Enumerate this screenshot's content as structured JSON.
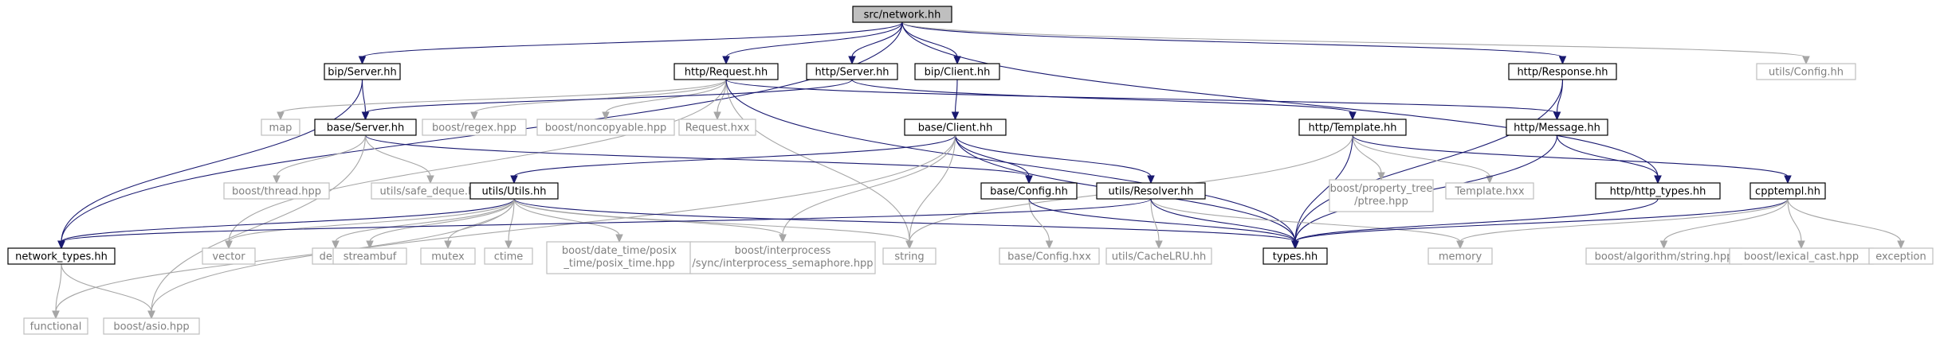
{
  "diagram": {
    "nodes": [
      {
        "id": "network_hh",
        "label": "src/network.hh",
        "kind": "root"
      },
      {
        "id": "bip_server",
        "label": "bip/Server.hh",
        "kind": "int"
      },
      {
        "id": "http_request",
        "label": "http/Request.hh",
        "kind": "int"
      },
      {
        "id": "http_server",
        "label": "http/Server.hh",
        "kind": "int"
      },
      {
        "id": "bip_client",
        "label": "bip/Client.hh",
        "kind": "int"
      },
      {
        "id": "http_response",
        "label": "http/Response.hh",
        "kind": "int"
      },
      {
        "id": "utils_config",
        "label": "utils/Config.hh",
        "kind": "ext"
      },
      {
        "id": "map",
        "label": "map",
        "kind": "ext"
      },
      {
        "id": "base_server",
        "label": "base/Server.hh",
        "kind": "int"
      },
      {
        "id": "boost_regex",
        "label": "boost/regex.hpp",
        "kind": "ext"
      },
      {
        "id": "boost_noncopyable",
        "label": "boost/noncopyable.hpp",
        "kind": "ext"
      },
      {
        "id": "request_hxx",
        "label": "Request.hxx",
        "kind": "ext"
      },
      {
        "id": "base_client",
        "label": "base/Client.hh",
        "kind": "int"
      },
      {
        "id": "http_template",
        "label": "http/Template.hh",
        "kind": "int"
      },
      {
        "id": "http_message",
        "label": "http/Message.hh",
        "kind": "int"
      },
      {
        "id": "boost_thread",
        "label": "boost/thread.hpp",
        "kind": "ext"
      },
      {
        "id": "safe_deque",
        "label": "utils/safe_deque.hh",
        "kind": "ext"
      },
      {
        "id": "utils_utils",
        "label": "utils/Utils.hh",
        "kind": "int"
      },
      {
        "id": "base_config",
        "label": "base/Config.hh",
        "kind": "int"
      },
      {
        "id": "utils_resolver",
        "label": "utils/Resolver.hh",
        "kind": "int"
      },
      {
        "id": "ptree",
        "label": [
          "boost/property_tree",
          "/ptree.hpp"
        ],
        "kind": "ext"
      },
      {
        "id": "template_hxx",
        "label": "Template.hxx",
        "kind": "ext"
      },
      {
        "id": "http_types",
        "label": "http/http_types.hh",
        "kind": "int"
      },
      {
        "id": "cpptempl",
        "label": "cpptempl.hh",
        "kind": "int"
      },
      {
        "id": "network_types",
        "label": "network_types.hh",
        "kind": "int"
      },
      {
        "id": "vector",
        "label": "vector",
        "kind": "ext"
      },
      {
        "id": "deque",
        "label": "deque",
        "kind": "ext"
      },
      {
        "id": "streambuf",
        "label": "streambuf",
        "kind": "ext"
      },
      {
        "id": "mutex",
        "label": "mutex",
        "kind": "ext"
      },
      {
        "id": "ctime",
        "label": "ctime",
        "kind": "ext"
      },
      {
        "id": "posix_time",
        "label": [
          "boost/date_time/posix",
          "_time/posix_time.hpp"
        ],
        "kind": "ext"
      },
      {
        "id": "interprocess",
        "label": [
          "boost/interprocess",
          "/sync/interprocess_semaphore.hpp"
        ],
        "kind": "ext"
      },
      {
        "id": "string",
        "label": "string",
        "kind": "ext"
      },
      {
        "id": "types_hh",
        "label": "types.hh",
        "kind": "int"
      },
      {
        "id": "base_config_hxx",
        "label": "base/Config.hxx",
        "kind": "ext"
      },
      {
        "id": "cachelru",
        "label": "utils/CacheLRU.hh",
        "kind": "ext"
      },
      {
        "id": "memory",
        "label": "memory",
        "kind": "ext"
      },
      {
        "id": "algo_string",
        "label": "boost/algorithm/string.hpp",
        "kind": "ext"
      },
      {
        "id": "lexical_cast",
        "label": "boost/lexical_cast.hpp",
        "kind": "ext"
      },
      {
        "id": "exception",
        "label": "exception",
        "kind": "ext"
      },
      {
        "id": "functional",
        "label": "functional",
        "kind": "ext"
      },
      {
        "id": "boost_asio",
        "label": "boost/asio.hpp",
        "kind": "ext"
      }
    ],
    "edges": [
      [
        "network_hh",
        "bip_server"
      ],
      [
        "network_hh",
        "http_request"
      ],
      [
        "network_hh",
        "http_server"
      ],
      [
        "network_hh",
        "bip_client"
      ],
      [
        "network_hh",
        "http_response"
      ],
      [
        "network_hh",
        "utils_config"
      ],
      [
        "network_hh",
        "network_types"
      ],
      [
        "network_hh",
        "http_types"
      ],
      [
        "bip_server",
        "base_server"
      ],
      [
        "bip_server",
        "network_types"
      ],
      [
        "http_request",
        "map"
      ],
      [
        "http_request",
        "boost_regex"
      ],
      [
        "http_request",
        "boost_noncopyable"
      ],
      [
        "http_request",
        "request_hxx"
      ],
      [
        "http_request",
        "string"
      ],
      [
        "http_request",
        "vector"
      ],
      [
        "http_request",
        "types_hh"
      ],
      [
        "http_request",
        "http_message"
      ],
      [
        "http_server",
        "base_server"
      ],
      [
        "http_server",
        "http_template"
      ],
      [
        "bip_client",
        "base_client"
      ],
      [
        "http_response",
        "http_message"
      ],
      [
        "http_response",
        "types_hh"
      ],
      [
        "base_server",
        "boost_thread"
      ],
      [
        "base_server",
        "safe_deque"
      ],
      [
        "base_server",
        "base_config"
      ],
      [
        "base_server",
        "boost_asio"
      ],
      [
        "base_client",
        "utils_utils"
      ],
      [
        "base_client",
        "base_config"
      ],
      [
        "base_client",
        "utils_resolver"
      ],
      [
        "base_client",
        "string"
      ],
      [
        "base_client",
        "interprocess"
      ],
      [
        "base_client",
        "types_hh"
      ],
      [
        "base_client",
        "boost_asio"
      ],
      [
        "http_template",
        "ptree"
      ],
      [
        "http_template",
        "template_hxx"
      ],
      [
        "http_template",
        "cpptempl"
      ],
      [
        "http_template",
        "types_hh"
      ],
      [
        "http_template",
        "string"
      ],
      [
        "http_message",
        "http_types"
      ],
      [
        "http_message",
        "types_hh"
      ],
      [
        "utils_utils",
        "network_types"
      ],
      [
        "utils_utils",
        "vector"
      ],
      [
        "utils_utils",
        "deque"
      ],
      [
        "utils_utils",
        "streambuf"
      ],
      [
        "utils_utils",
        "mutex"
      ],
      [
        "utils_utils",
        "ctime"
      ],
      [
        "utils_utils",
        "posix_time"
      ],
      [
        "utils_utils",
        "interprocess"
      ],
      [
        "utils_utils",
        "string"
      ],
      [
        "utils_utils",
        "types_hh"
      ],
      [
        "utils_utils",
        "functional"
      ],
      [
        "base_config",
        "base_config_hxx"
      ],
      [
        "base_config",
        "types_hh"
      ],
      [
        "utils_resolver",
        "cachelru"
      ],
      [
        "utils_resolver",
        "memory"
      ],
      [
        "utils_resolver",
        "types_hh"
      ],
      [
        "utils_resolver",
        "network_types"
      ],
      [
        "http_types",
        "types_hh"
      ],
      [
        "cpptempl",
        "types_hh"
      ],
      [
        "cpptempl",
        "algo_string"
      ],
      [
        "cpptempl",
        "lexical_cast"
      ],
      [
        "cpptempl",
        "exception"
      ],
      [
        "cpptempl",
        "memory"
      ],
      [
        "network_types",
        "functional"
      ],
      [
        "network_types",
        "boost_asio"
      ]
    ],
    "colors": {
      "internal_border": "#000000",
      "external_border": "#bfbfbf",
      "root_fill": "#bfbfbf",
      "internal_edge": "#191970",
      "external_edge": "#a6a6a6"
    }
  }
}
